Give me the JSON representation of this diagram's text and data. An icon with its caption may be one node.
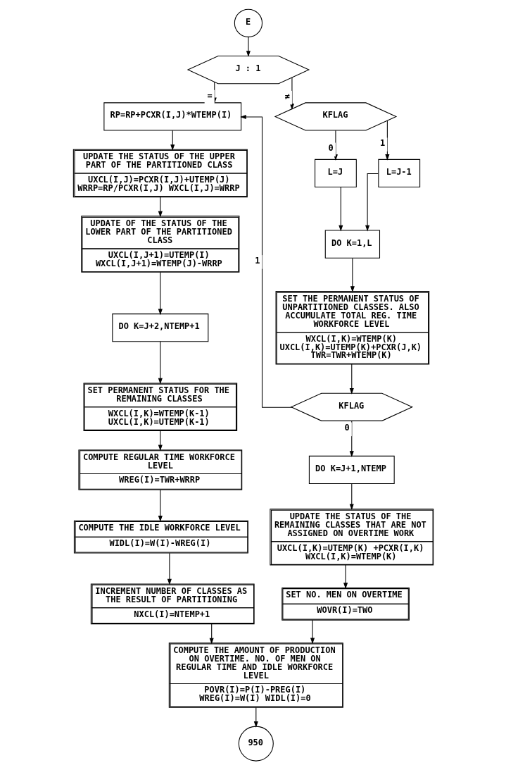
{
  "diagram": {
    "nodes": [
      {
        "text": [
          "E"
        ]
      },
      {
        "text": [
          "J : 1"
        ]
      },
      {
        "text": [
          "RP=RP+PCXR(I,J)*WTEMP(I)"
        ]
      },
      {
        "text": [
          "UPDATE THE STATUS OF THE UPPER PART OF THE PARTITIONED CLASS",
          "UXCL(I,J)=PCXR(I,J)+UTEMP(J) WRRP=RP/PCXR(I,J) WXCL(I,J)=WRRP"
        ]
      },
      {
        "text": [
          "UPDATE OF THE STATUS OF THE LOWER PART OF THE PARTITIONED CLASS",
          "UXCL(I,J+1)=UTEMP(I) WXCL(I,J+1)=WTEMP(J)-WRRP"
        ]
      },
      {
        "text": [
          "DO K=J+2,NTEMP+1"
        ]
      },
      {
        "text": [
          "SET PERMANENT STATUS FOR THE REMAINING CLASSES",
          "WXCL(I,K)=WTEMP(K-1) UXCL(I,K)=UTEMP(K-1)"
        ]
      },
      {
        "text": [
          "COMPUTE REGULAR TIME WORKFORCE LEVEL",
          "WREG(I)=TWR+WRRP"
        ]
      },
      {
        "text": [
          "COMPUTE THE IDLE WORKFORCE LEVEL",
          "WIDL(I)=W(I)-WREG(I)"
        ]
      },
      {
        "text": [
          "INCREMENT NUMBER OF CLASSES AS THE RESULT OF PARTITIONING",
          "NXCL(I)=NTEMP+1"
        ]
      },
      {
        "text": [
          "KFLAG"
        ]
      },
      {
        "text": [
          "L=J"
        ]
      },
      {
        "text": [
          "L=J-1"
        ]
      },
      {
        "text": [
          "DO K=1,L"
        ]
      },
      {
        "text": [
          "SET THE PERMANENT STATUS OF UNPARTITIONED CLASSES. ALSO ACCUMULATE TOTAL REG. TIME WORKFORCE LEVEL",
          "WXCL(I,K)=WTEMP(K) UXCL(I,K)=UTEMP(K)+PCXR(J,K) TWR=TWR+WTEMP(K)"
        ]
      },
      {
        "text": [
          "KFLAG"
        ]
      },
      {
        "text": [
          "DO K=J+1,NTEMP"
        ]
      },
      {
        "text": [
          "UPDATE THE STATUS OF THE REMAINING CLASSES THAT ARE NOT ASSIGNED ON OVERTIME WORK",
          "UXCL(I,K)=UTEMP(K) +PCXR(I,K) WXCL(I,K)=WTEMP(K)"
        ]
      },
      {
        "text": [
          "SET NO. MEN ON OVERTIME",
          "WOVR(I)=TWO"
        ]
      },
      {
        "text": [
          "COMPUTE THE AMOUNT OF PRODUCTION ON OVERTIME. NO. OF MEN ON REGULAR TIME AND IDLE WORKFORCE LEVEL",
          "POVR(I)=P(I)-PREG(I) WREG(I)=W(I) WIDL(I)=0"
        ]
      },
      {
        "text": [
          "950"
        ]
      }
    ],
    "edges": [
      {
        "from": 0,
        "to": 1,
        "arrow": "to"
      },
      {
        "from": 1,
        "to": 2,
        "arrow": "to",
        "label": "="
      },
      {
        "from": 1,
        "to": 10,
        "arrow": "to",
        "label": "≠"
      },
      {
        "from": 2,
        "to": 3,
        "arrow": "to"
      },
      {
        "from": 3,
        "to": 4,
        "arrow": "to"
      },
      {
        "from": 4,
        "to": 5,
        "arrow": "to"
      },
      {
        "from": 5,
        "to": 6,
        "arrow": "to"
      },
      {
        "from": 6,
        "to": 7,
        "arrow": "to"
      },
      {
        "from": 7,
        "to": 8,
        "arrow": "to"
      },
      {
        "from": 8,
        "to": 9,
        "arrow": "to"
      },
      {
        "from": 9,
        "to": 19,
        "arrow": "to"
      },
      {
        "from": 10,
        "to": 11,
        "arrow": "to",
        "label": "0"
      },
      {
        "from": 10,
        "to": 12,
        "arrow": "to",
        "label": "1"
      },
      {
        "from": 11,
        "to": 13,
        "arrow": "to"
      },
      {
        "from": 12,
        "to": 13,
        "arrow": "to"
      },
      {
        "from": 13,
        "to": 14,
        "arrow": "to"
      },
      {
        "from": 14,
        "to": 15,
        "arrow": "to"
      },
      {
        "from": 15,
        "to": 2,
        "arrow": "to",
        "label": "1"
      },
      {
        "from": 15,
        "to": 16,
        "arrow": "to",
        "label": "0"
      },
      {
        "from": 16,
        "to": 17,
        "arrow": "to"
      },
      {
        "from": 17,
        "to": 18,
        "arrow": "to"
      },
      {
        "from": 18,
        "to": 19,
        "arrow": "to"
      },
      {
        "from": 19,
        "to": 20,
        "arrow": "to"
      }
    ]
  }
}
